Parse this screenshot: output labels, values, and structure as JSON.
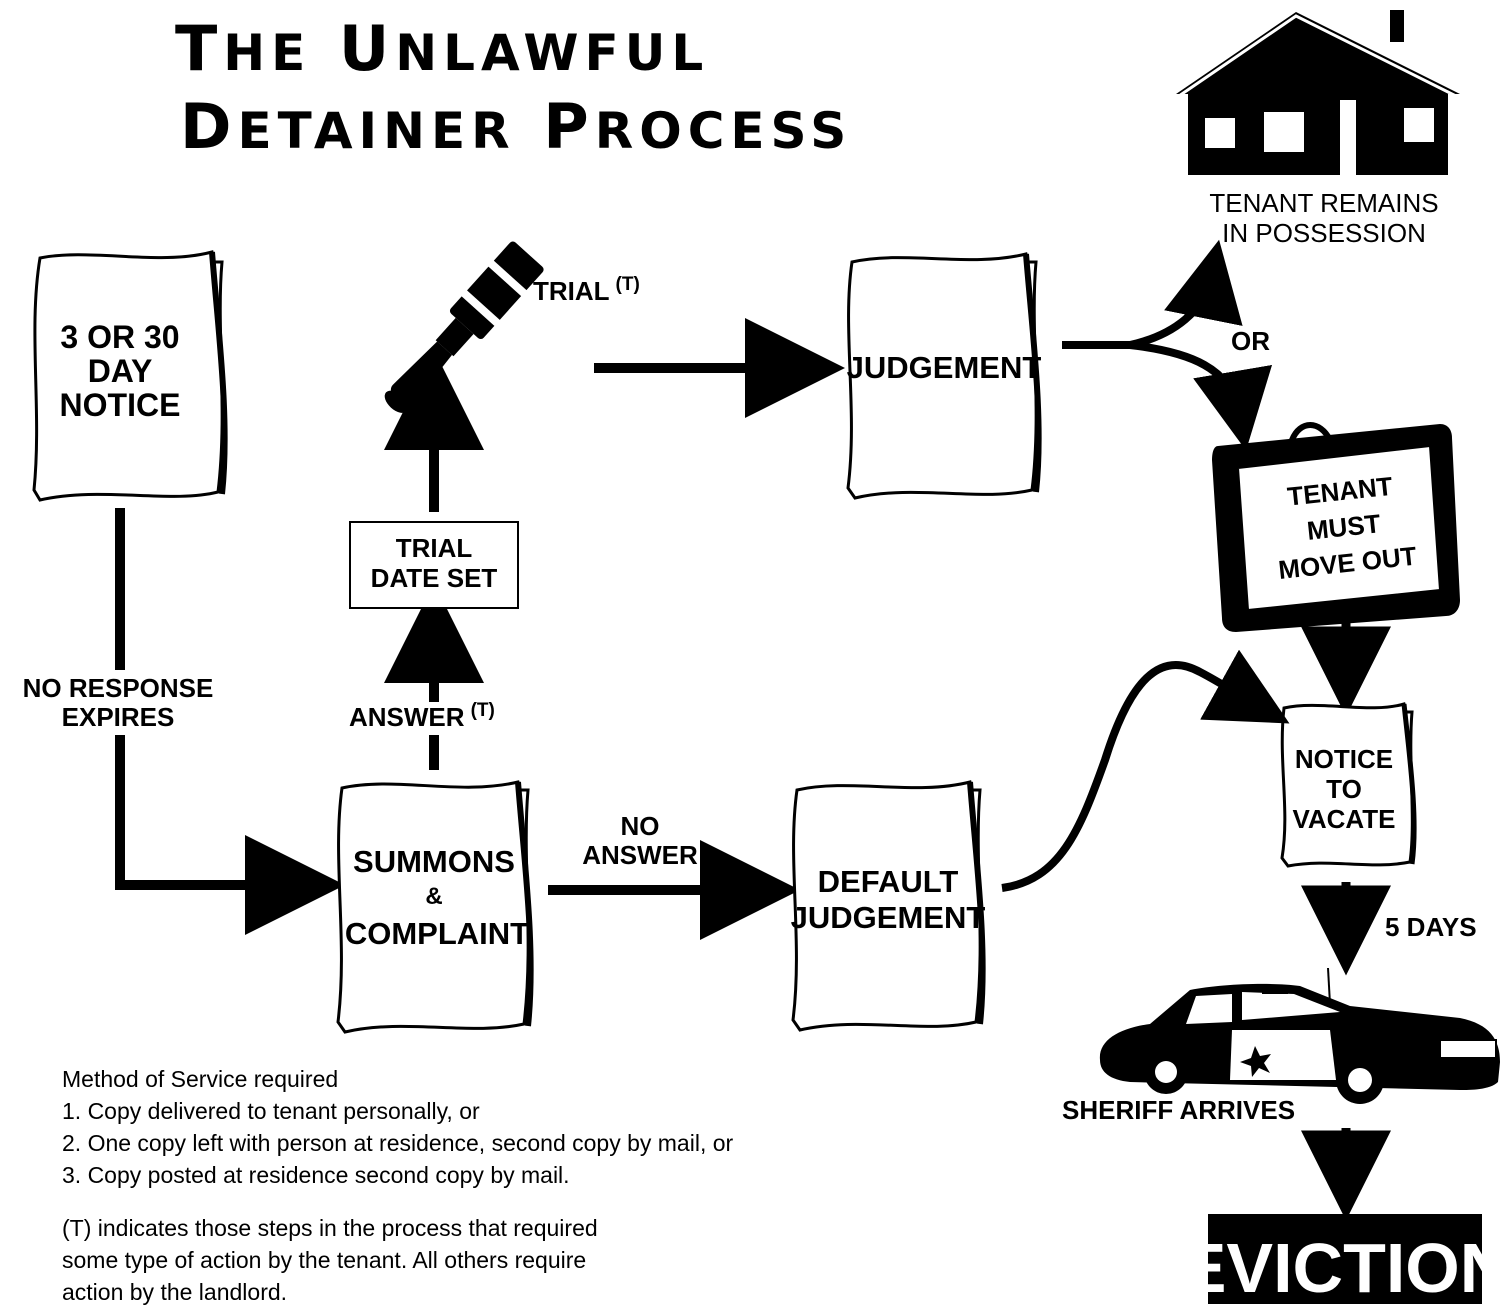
{
  "title": {
    "line1": "The Unlawful",
    "line2": "Detainer Process"
  },
  "nodes": {
    "notice": {
      "line1": "3 OR 30",
      "line2": "DAY",
      "line3": "NOTICE"
    },
    "summons": {
      "line1": "SUMMONS",
      "line2": "&",
      "line3": "COMPLAINT"
    },
    "trial_date": {
      "line1": "TRIAL",
      "line2": "DATE SET"
    },
    "judgement": {
      "label": "JUDGEMENT"
    },
    "default_judgement": {
      "line1": "DEFAULT",
      "line2": "JUDGEMENT"
    },
    "tenant_remains": {
      "line1": "TENANT REMAINS",
      "line2": "IN POSSESSION"
    },
    "tenant_move_out": {
      "line1": "TENANT",
      "line2": "MUST",
      "line3": "MOVE OUT"
    },
    "notice_vacate": {
      "line1": "NOTICE",
      "line2": "TO",
      "line3": "VACATE"
    },
    "sheriff": {
      "label": "SHERIFF ARRIVES"
    },
    "eviction": {
      "label": "EVICTION"
    }
  },
  "edges": {
    "no_response": {
      "line1": "NO RESPONSE",
      "line2": "EXPIRES"
    },
    "answer": {
      "label": "ANSWER",
      "mark": "(T)"
    },
    "trial": {
      "label": "TRIAL",
      "mark": "(T)"
    },
    "no_answer": {
      "line1": "NO",
      "line2": "ANSWER"
    },
    "or": {
      "label": "OR"
    },
    "five_days": {
      "label": "5 DAYS"
    }
  },
  "notes": {
    "service_heading": "Method of Service required",
    "service_items": [
      "1. Copy delivered to tenant personally, or",
      "2. One copy left with person at residence, second copy by mail, or",
      "3. Copy posted at residence second copy by mail."
    ],
    "legend_lines": [
      "(T) indicates those steps in the process that required",
      "some type of action by the tenant. All others require",
      "action by the landlord."
    ]
  },
  "icons": [
    "gavel-icon",
    "house-icon",
    "suitcase-icon",
    "police-car-icon",
    "document-scroll-icon",
    "arrow-icon"
  ]
}
